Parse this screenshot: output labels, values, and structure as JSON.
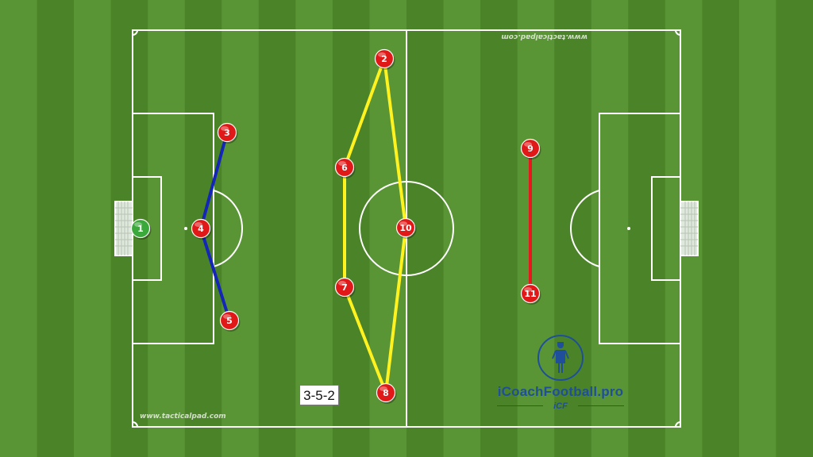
{
  "diagram": {
    "formation": "3-5-2",
    "watermark_top": "www.tacticalpad.com",
    "watermark_bottom": "www.tacticalpad.com",
    "brand": {
      "name": "iCoachFootball.pro",
      "abbr": "iCF"
    },
    "colors": {
      "player_fill": "#e01818",
      "goalkeeper_fill": "#3aa83a",
      "link_blue": "#1426b8",
      "link_yellow": "#fff21e",
      "link_red": "#e8171c",
      "pitch_line": "#ffffff",
      "brand_blue": "#1f4f9a"
    },
    "players": [
      {
        "number": "1",
        "role": "goalkeeper"
      },
      {
        "number": "2",
        "role": "midfielder"
      },
      {
        "number": "3",
        "role": "defender"
      },
      {
        "number": "4",
        "role": "defender"
      },
      {
        "number": "5",
        "role": "defender"
      },
      {
        "number": "6",
        "role": "midfielder"
      },
      {
        "number": "7",
        "role": "midfielder"
      },
      {
        "number": "8",
        "role": "midfielder"
      },
      {
        "number": "9",
        "role": "forward"
      },
      {
        "number": "10",
        "role": "midfielder"
      },
      {
        "number": "11",
        "role": "forward"
      }
    ],
    "links": [
      {
        "color": "link_blue",
        "path": [
          "3",
          "4",
          "5"
        ]
      },
      {
        "color": "link_yellow",
        "path": [
          "2",
          "6",
          "7",
          "8",
          "10",
          "2"
        ]
      },
      {
        "color": "link_red",
        "path": [
          "9",
          "11"
        ]
      }
    ]
  }
}
